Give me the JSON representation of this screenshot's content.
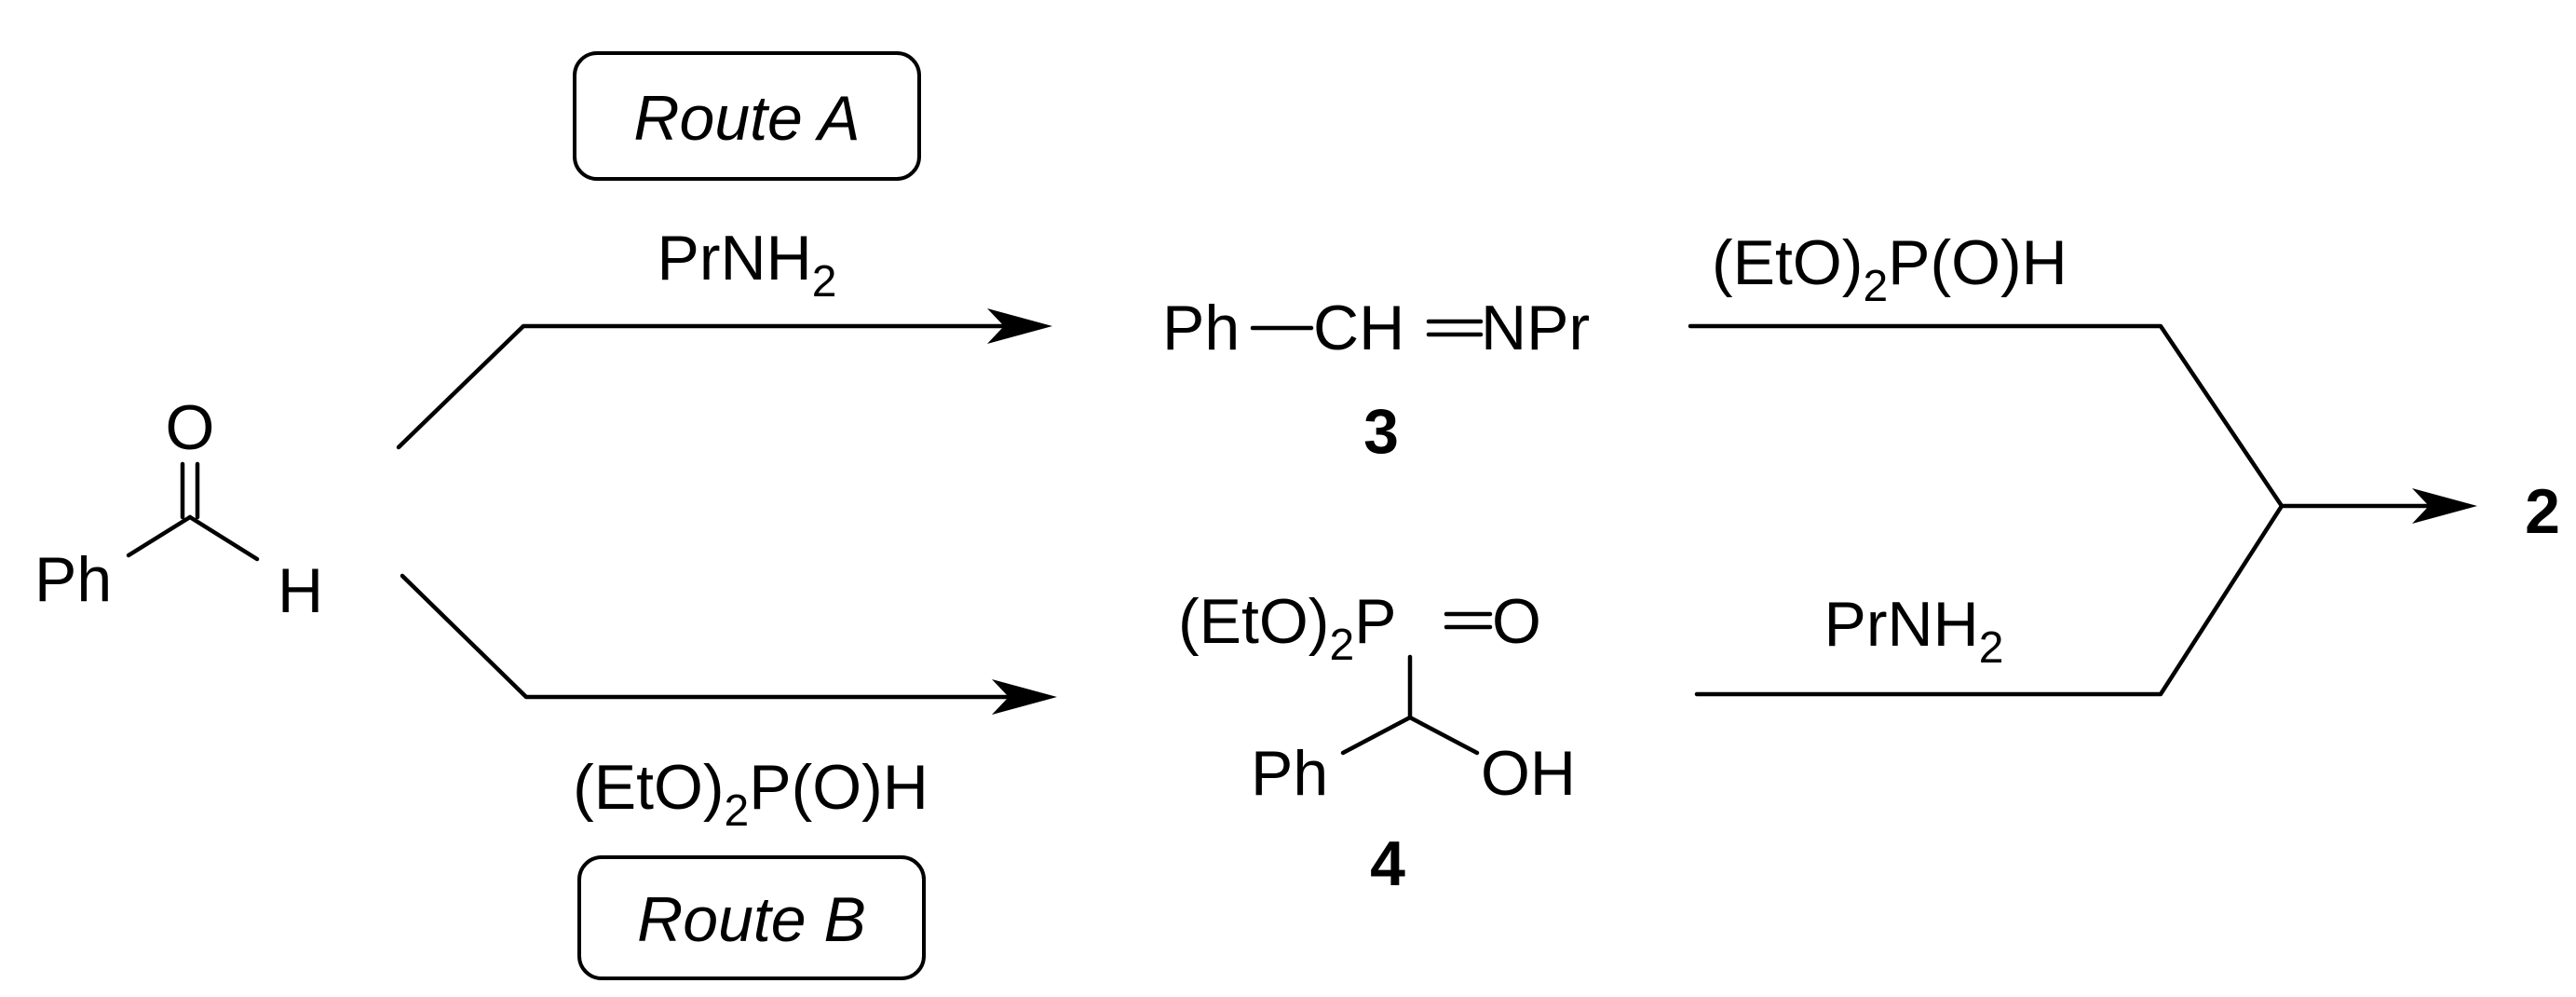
{
  "routes": {
    "a_label": "Route A",
    "b_label": "Route B"
  },
  "start": {
    "oxygen": "O",
    "ph": "Ph",
    "hydrogen": "H"
  },
  "route_a": {
    "reagent_main": "PrNH",
    "reagent_sub": "2",
    "imine_ph": "Ph",
    "imine_ch": "CH",
    "imine_npr": "NPr",
    "compound_number": "3",
    "reagent2_a": "(EtO)",
    "reagent2_sub": "2",
    "reagent2_b": "P(O)H"
  },
  "route_b": {
    "reagent_a": "(EtO)",
    "reagent_sub": "2",
    "reagent_b": "P(O)H",
    "phos_a": "(EtO)",
    "phos_sub": "2",
    "phos_p": "P",
    "phos_o": "O",
    "ph": "Ph",
    "oh": "OH",
    "compound_number": "4",
    "reagent2_main": "PrNH",
    "reagent2_sub": "2"
  },
  "product": {
    "number": "2"
  }
}
